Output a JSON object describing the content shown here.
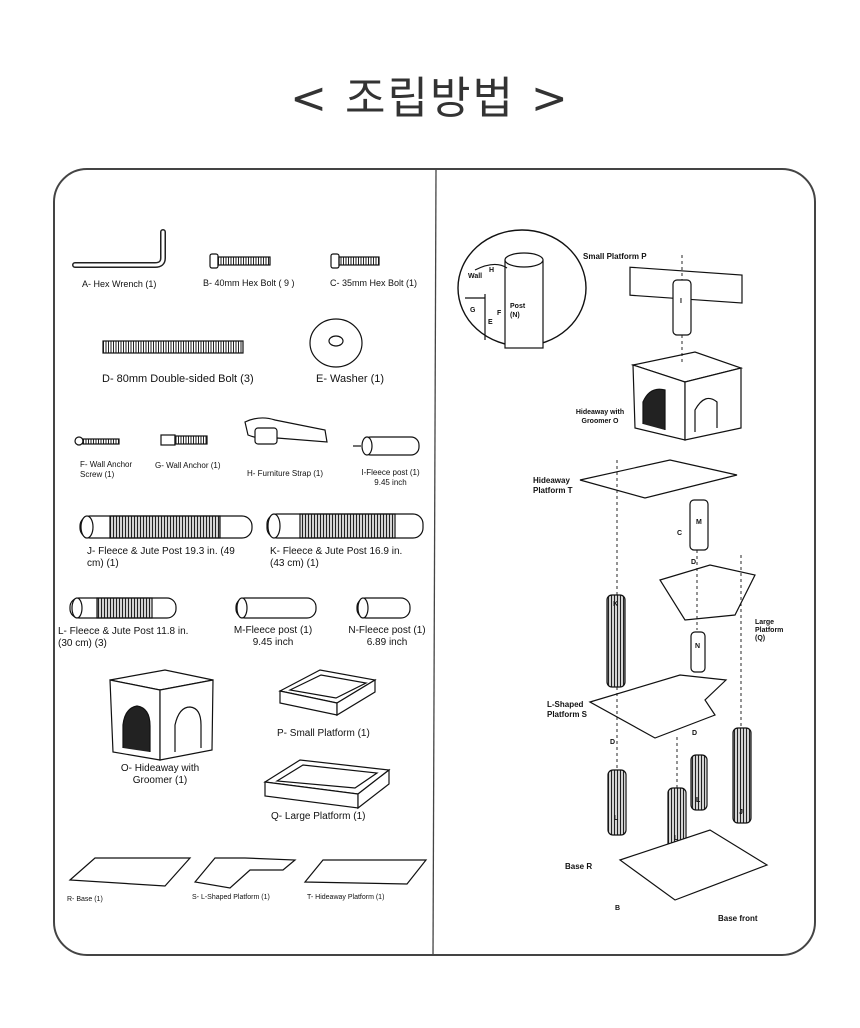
{
  "title": "< 조립방법 >",
  "parts": {
    "a": "A- Hex Wrench (1)",
    "b": "B- 40mm Hex Bolt ( 9 )",
    "c": "C- 35mm Hex Bolt (1)",
    "d": "D- 80mm Double-sided Bolt (3)",
    "e": "E- Washer (1)",
    "f": "F- Wall Anchor\nScrew (1)",
    "g": "G- Wall Anchor (1)",
    "h": "H- Furniture Strap (1)",
    "i": "I-Fleece post (1)\n9.45 inch",
    "j": "J- Fleece & Jute Post 19.3 in. (49\ncm) (1)",
    "k": "K- Fleece & Jute Post 16.9 in.\n(43 cm) (1)",
    "l": "L- Fleece & Jute Post 11.8  in.\n(30 cm) (3)",
    "m": "M-Fleece post (1)\n9.45 inch",
    "n": "N-Fleece post (1)\n6.89 inch",
    "o": "O- Hideaway with\nGroomer (1)",
    "p": "P- Small Platform (1)",
    "q": "Q- Large Platform (1)",
    "r": "R- Base (1)",
    "s": "S- L-Shaped Platform (1)",
    "t": "T- Hideaway Platform (1)"
  },
  "assembly": {
    "small_platform": "Small Platform P",
    "hideaway": "Hideaway with\nGroomer O",
    "hideaway_platform": "Hideaway\nPlatform T",
    "large_platform": "Large\nPlatform\n(Q)",
    "l_shaped": "L-Shaped\nPlatform S",
    "base": "Base R",
    "base_front": "Base front",
    "inset_wall": "Wall",
    "inset_h": "H",
    "inset_g": "G",
    "inset_e": "E",
    "inset_f": "F",
    "inset_post": "Post\n(N)",
    "letters": {
      "i": "I",
      "m": "M",
      "k": "K",
      "n": "N",
      "l1": "L",
      "l2": "L",
      "l3": "L",
      "j": "J",
      "c": "C",
      "d1": "D",
      "d2": "D",
      "d3": "D",
      "b": "B"
    }
  }
}
